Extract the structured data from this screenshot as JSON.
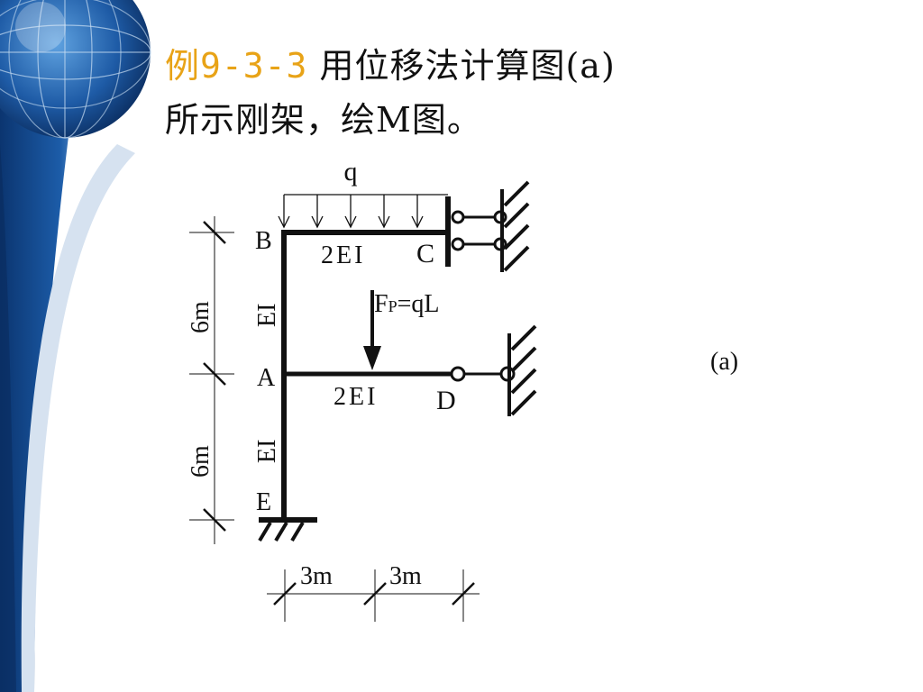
{
  "title": {
    "example_number": "例9-3-3",
    "line1_rest": " 用位移法计算图(a)",
    "line2": "所示刚架，绘M图。"
  },
  "diagram": {
    "load_q_label": "q",
    "point_B": "B",
    "point_C": "C",
    "point_A": "A",
    "point_D": "D",
    "point_E": "E",
    "beam_BC_stiffness": "2EI",
    "beam_AD_stiffness": "2EI",
    "column_upper_stiffness": "EI",
    "column_lower_stiffness": "EI",
    "force_main": "F",
    "force_sub": "P",
    "force_rest": "=qL",
    "dim_upper": "6m",
    "dim_lower": "6m",
    "dim_left_span": "3m",
    "dim_right_span": "3m",
    "figure_label": "(a)"
  },
  "colors": {
    "title_accent": "#E8A317",
    "sidebar_blue": "#0F3E7A",
    "structure": "#111111"
  },
  "icons": {
    "background": "globe-icon"
  }
}
